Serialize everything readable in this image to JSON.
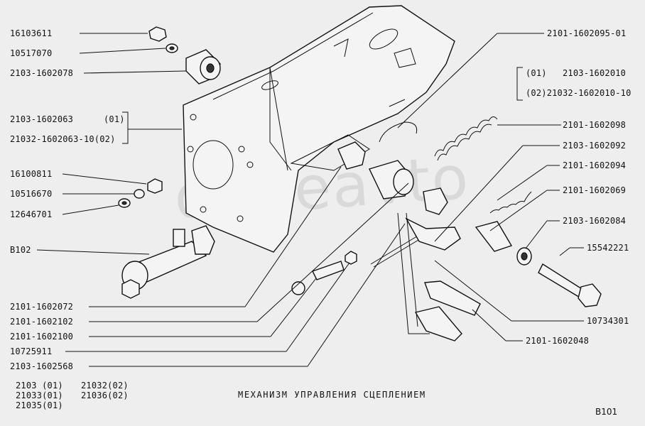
{
  "title": "МЕХАНИЗМ  УПРАВЛЕНИЯ  СЦЕПЛЕНИЕМ",
  "figure_ref": "В101",
  "watermark": "driveavto",
  "labels": {
    "l1": "16103611",
    "l2": "10517070",
    "l3": "2103-1602078",
    "l4a": "2103-1602063",
    "l4a_v": "(01)",
    "l4b": "21032-1602063-10(02)",
    "l5": "16100811",
    "l6": "10516670",
    "l7": "12646701",
    "l8": "В102",
    "l9": "2101-1602072",
    "l10": "2101-1602102",
    "l11": "2101-1602100",
    "l12": "10725911",
    "l13": "2103-1602568",
    "r1": "2101-1602095-01",
    "r2a_v": "(01)",
    "r2a": "2103-1602010",
    "r2b": "(02)21032-1602010-10",
    "r3": "2101-1602098",
    "r4": "2103-1602092",
    "r5": "2101-1602094",
    "r6": "2101-1602069",
    "r7": "2103-1602084",
    "r8": "15542221",
    "r9": "10734301",
    "r10": "2101-1602048"
  },
  "applicability": {
    "c1": [
      "2103  (01)",
      "21033(01)",
      "21035(01)"
    ],
    "c2": [
      "21032(02)",
      "21036(02)"
    ]
  }
}
